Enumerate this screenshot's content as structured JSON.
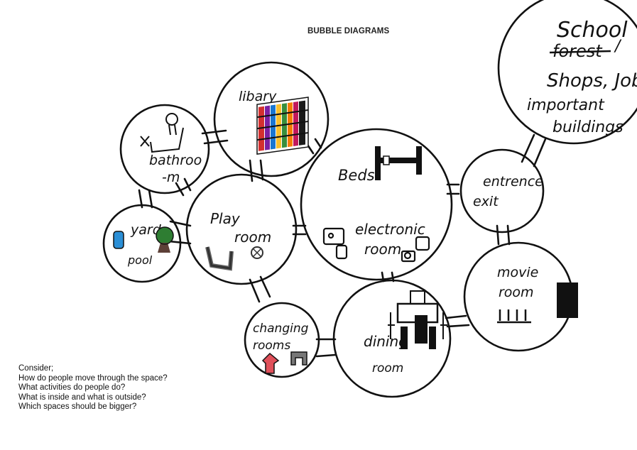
{
  "heading": "BUBBLE DIAGRAMS",
  "consider": {
    "title": "Consider;",
    "questions": [
      "How do people move through the space?",
      "What activities do people do?",
      "What is inside and what is outside?",
      "Which spaces should be bigger?"
    ]
  },
  "bubbles": {
    "school": {
      "line1": "School",
      "struck": "forest",
      "line2": "Shops, Job",
      "line3": "important",
      "line4": "buildings"
    },
    "library": {
      "label": "libary"
    },
    "bathroom": {
      "line1": "bathroo",
      "line2": "-m"
    },
    "beds": {
      "label": "Beds"
    },
    "electronic": {
      "line1": "electronic",
      "line2": "room"
    },
    "entrance": {
      "line1": "entrence",
      "line2": "exit"
    },
    "playroom": {
      "line1": "Play",
      "line2": "room"
    },
    "yard": {
      "line1": "yard",
      "line2": "pool"
    },
    "movie": {
      "line1": "movie",
      "line2": "room"
    },
    "changing": {
      "line1": "changing",
      "line2": "rooms"
    },
    "dining": {
      "line1": "dining",
      "line2": "room"
    }
  },
  "colors": {
    "ink": "#111111",
    "pool": "#2b8fd6",
    "tree": "#2e7d32",
    "arrow": "#e0505a"
  }
}
